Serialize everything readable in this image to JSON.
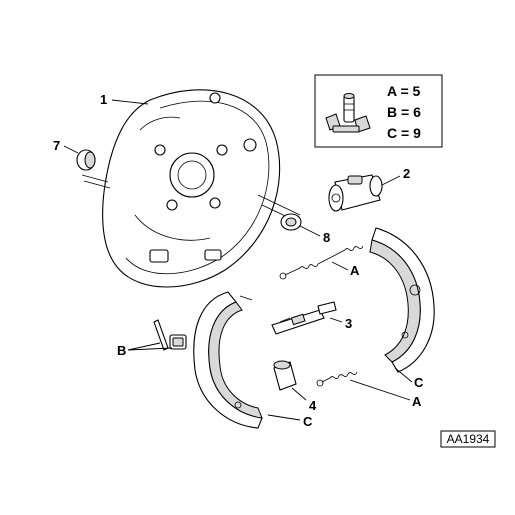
{
  "callouts": {
    "c1": "1",
    "c2": "2",
    "c3": "3",
    "c4": "4",
    "c7": "7",
    "c8": "8",
    "cA1": "A",
    "cA2": "A",
    "cB": "B",
    "cC1": "C",
    "cC2": "C"
  },
  "legend": {
    "row1": "A = 5",
    "row2": "B = 6",
    "row3": "C = 9"
  },
  "diagram_code": "AA1934",
  "colors": {
    "stroke": "#000000",
    "fill": "#ffffff",
    "shade": "#d9d9d9"
  }
}
